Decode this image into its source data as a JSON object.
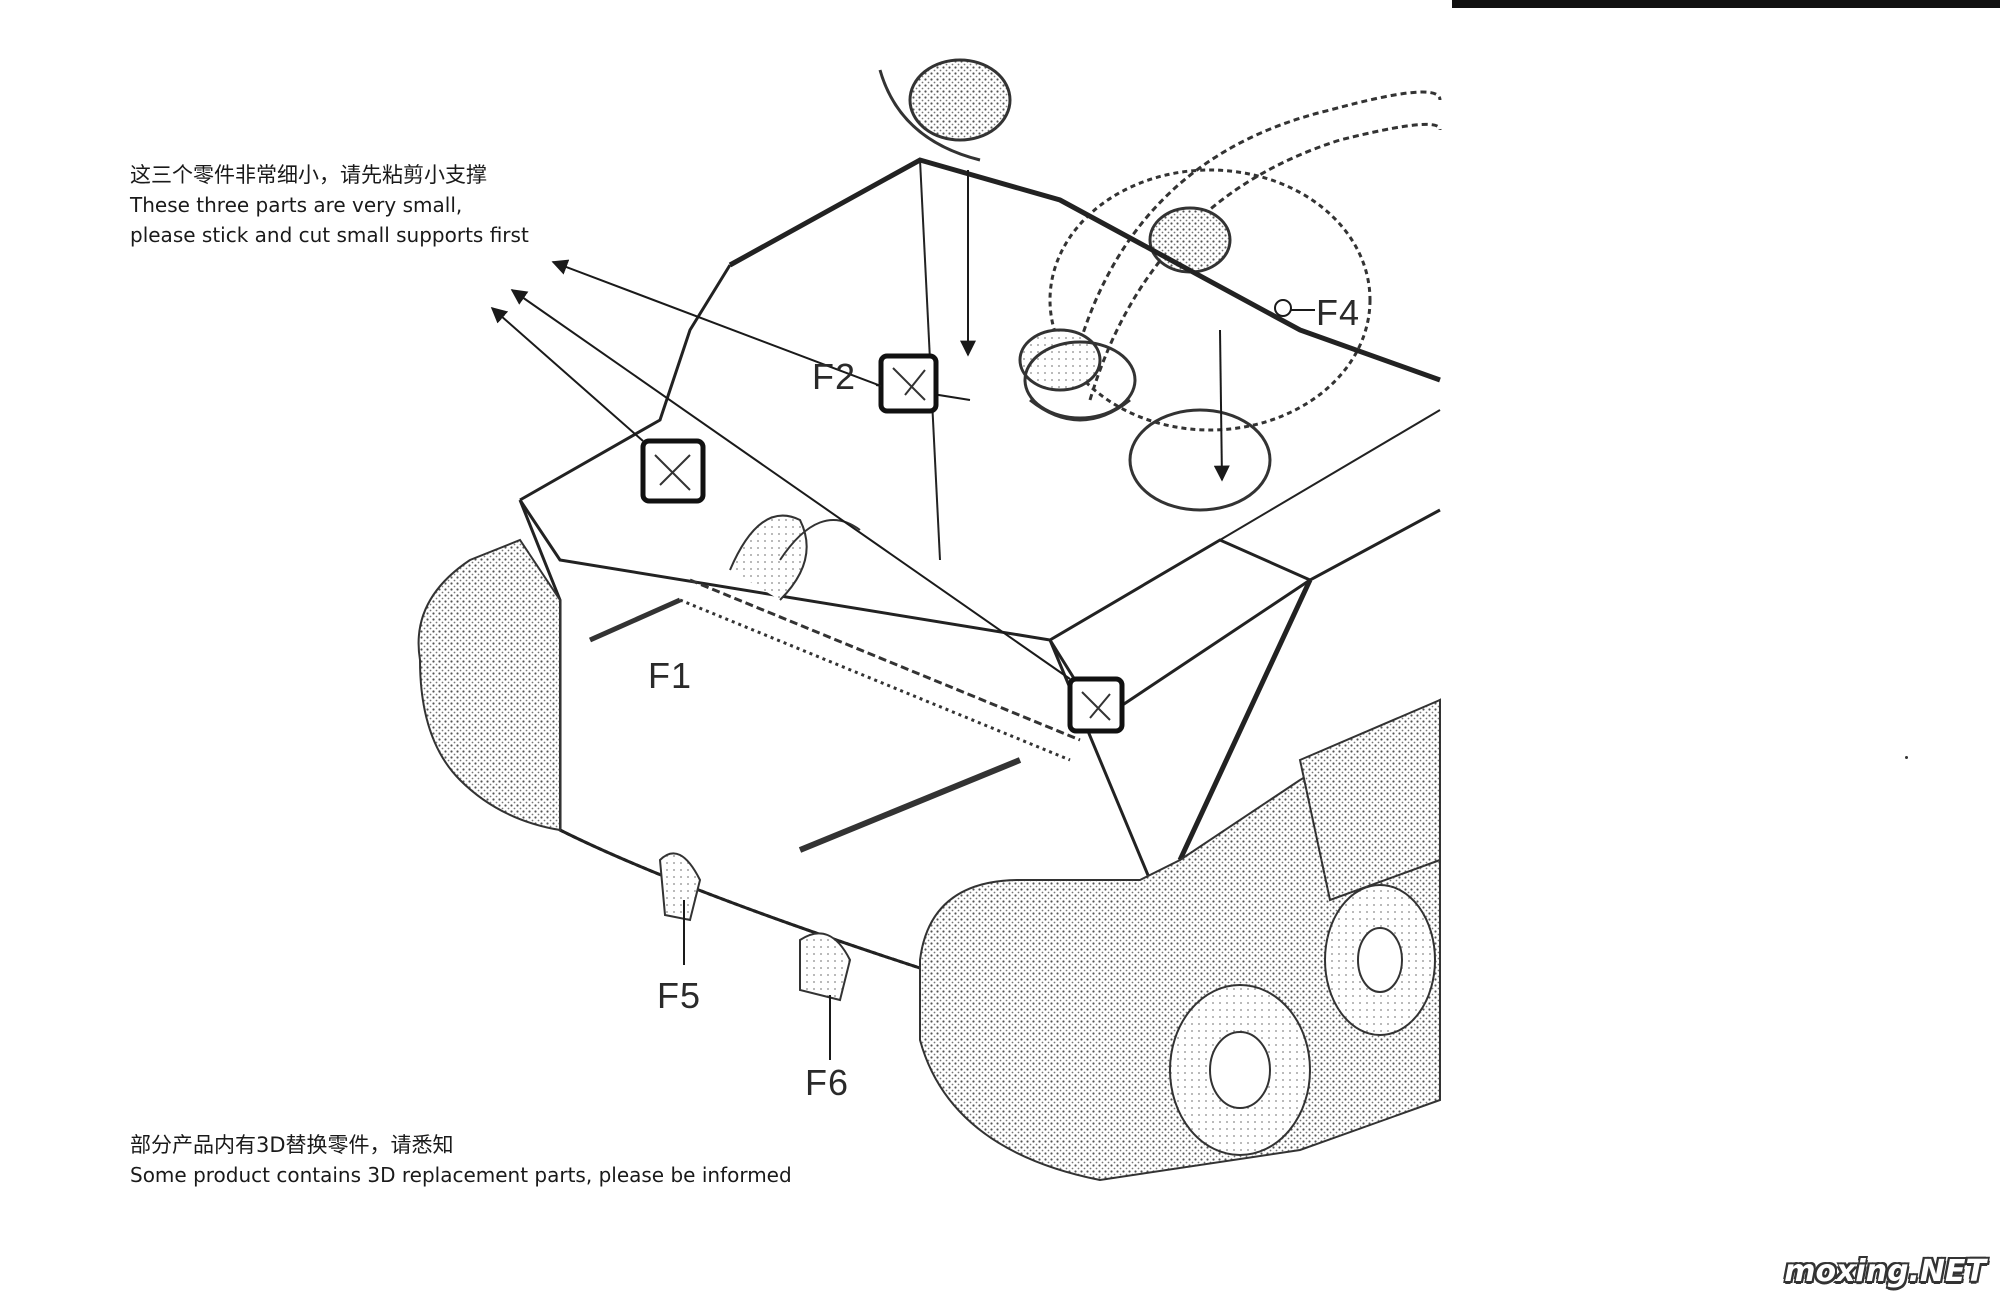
{
  "notes": {
    "top_cn": "这三个零件非常细小，请先粘剪小支撑",
    "top_en_line1": "These three parts are very small,",
    "top_en_line2": "please stick and cut small supports first",
    "bottom_cn": "部分产品内有3D替换零件，请悉知",
    "bottom_en": "Some product contains 3D replacement parts, please be informed"
  },
  "part_labels": {
    "f1": "F1",
    "f2": "F2",
    "f4": "F4",
    "f5": "F5",
    "f6": "F6"
  },
  "watermark": "moxing.NET",
  "colors": {
    "line": "#1a1a1a",
    "topbar": "#111111"
  }
}
